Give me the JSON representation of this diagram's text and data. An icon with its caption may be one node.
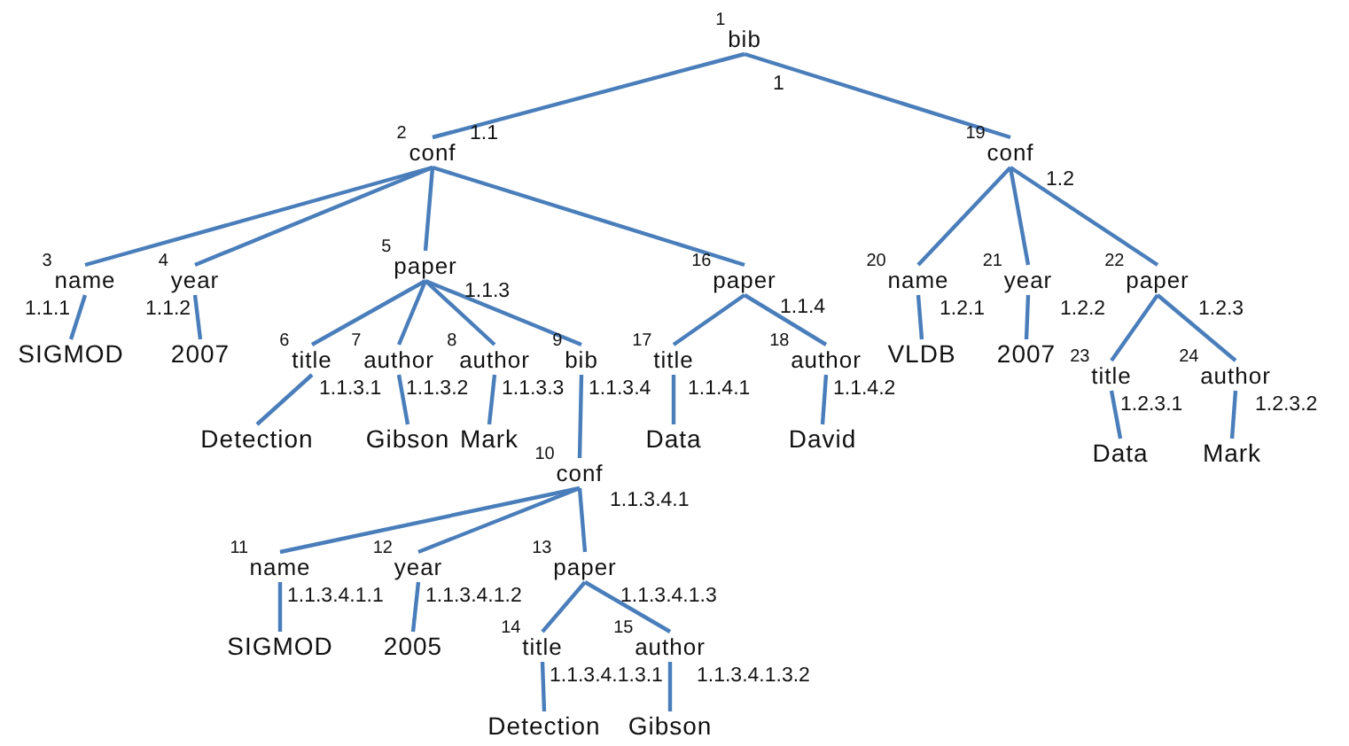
{
  "diagram": {
    "nodes": [
      {
        "text": [
          "bib"
        ],
        "beside": [
          "1",
          "1"
        ]
      },
      {
        "text": [
          "conf"
        ],
        "beside": [
          "2",
          "1.1"
        ]
      },
      {
        "text": [
          "name"
        ],
        "beside": [
          "3",
          "1.1.1"
        ]
      },
      {
        "text": [
          "SIGMOD"
        ]
      },
      {
        "text": [
          "year"
        ],
        "beside": [
          "4",
          "1.1.2"
        ]
      },
      {
        "text": [
          "2007"
        ]
      },
      {
        "text": [
          "paper"
        ],
        "beside": [
          "5",
          "1.1.3"
        ]
      },
      {
        "text": [
          "title"
        ],
        "beside": [
          "6",
          "1.1.3.1"
        ]
      },
      {
        "text": [
          "Detection"
        ]
      },
      {
        "text": [
          "author"
        ],
        "beside": [
          "7",
          "1.1.3.2"
        ]
      },
      {
        "text": [
          "Gibson"
        ]
      },
      {
        "text": [
          "author"
        ],
        "beside": [
          "8",
          "1.1.3.3"
        ]
      },
      {
        "text": [
          "Mark"
        ]
      },
      {
        "text": [
          "bib"
        ],
        "beside": [
          "9",
          "1.1.3.4"
        ]
      },
      {
        "text": [
          "conf"
        ],
        "beside": [
          "10",
          "1.1.3.4.1"
        ]
      },
      {
        "text": [
          "name"
        ],
        "beside": [
          "11",
          "1.1.3.4.1.1"
        ]
      },
      {
        "text": [
          "SIGMOD"
        ]
      },
      {
        "text": [
          "year"
        ],
        "beside": [
          "12",
          "1.1.3.4.1.2"
        ]
      },
      {
        "text": [
          "2005"
        ]
      },
      {
        "text": [
          "paper"
        ],
        "beside": [
          "13",
          "1.1.3.4.1.3"
        ]
      },
      {
        "text": [
          "title"
        ],
        "beside": [
          "14",
          "1.1.3.4.1.3.1"
        ]
      },
      {
        "text": [
          "Detection"
        ]
      },
      {
        "text": [
          "author"
        ],
        "beside": [
          "15",
          "1.1.3.4.1.3.2"
        ]
      },
      {
        "text": [
          "Gibson"
        ]
      },
      {
        "text": [
          "paper"
        ],
        "beside": [
          "16",
          "1.1.4"
        ]
      },
      {
        "text": [
          "title"
        ],
        "beside": [
          "17",
          "1.1.4.1"
        ]
      },
      {
        "text": [
          "Data"
        ]
      },
      {
        "text": [
          "author"
        ],
        "beside": [
          "18",
          "1.1.4.2"
        ]
      },
      {
        "text": [
          "David"
        ]
      },
      {
        "text": [
          "conf"
        ],
        "beside": [
          "19",
          "1.2"
        ]
      },
      {
        "text": [
          "name"
        ],
        "beside": [
          "20",
          "1.2.1"
        ]
      },
      {
        "text": [
          "VLDB"
        ]
      },
      {
        "text": [
          "year"
        ],
        "beside": [
          "21",
          "1.2.2"
        ]
      },
      {
        "text": [
          "2007"
        ]
      },
      {
        "text": [
          "paper"
        ],
        "beside": [
          "22",
          "1.2.3"
        ]
      },
      {
        "text": [
          "title"
        ],
        "beside": [
          "23",
          "1.2.3.1"
        ]
      },
      {
        "text": [
          "Data"
        ]
      },
      {
        "text": [
          "author"
        ],
        "beside": [
          "24",
          "1.2.3.2"
        ]
      },
      {
        "text": [
          "Mark"
        ]
      }
    ],
    "edges": [
      {
        "from": 0,
        "to": 1,
        "arrow": "none"
      },
      {
        "from": 0,
        "to": 29,
        "arrow": "none"
      },
      {
        "from": 1,
        "to": 2,
        "arrow": "none"
      },
      {
        "from": 1,
        "to": 4,
        "arrow": "none"
      },
      {
        "from": 1,
        "to": 6,
        "arrow": "none"
      },
      {
        "from": 1,
        "to": 24,
        "arrow": "none"
      },
      {
        "from": 2,
        "to": 3,
        "arrow": "none"
      },
      {
        "from": 4,
        "to": 5,
        "arrow": "none"
      },
      {
        "from": 6,
        "to": 7,
        "arrow": "none"
      },
      {
        "from": 6,
        "to": 9,
        "arrow": "none"
      },
      {
        "from": 6,
        "to": 11,
        "arrow": "none"
      },
      {
        "from": 6,
        "to": 13,
        "arrow": "none"
      },
      {
        "from": 7,
        "to": 8,
        "arrow": "none"
      },
      {
        "from": 9,
        "to": 10,
        "arrow": "none"
      },
      {
        "from": 11,
        "to": 12,
        "arrow": "none"
      },
      {
        "from": 13,
        "to": 14,
        "arrow": "none"
      },
      {
        "from": 14,
        "to": 15,
        "arrow": "none"
      },
      {
        "from": 14,
        "to": 17,
        "arrow": "none"
      },
      {
        "from": 14,
        "to": 19,
        "arrow": "none"
      },
      {
        "from": 15,
        "to": 16,
        "arrow": "none"
      },
      {
        "from": 17,
        "to": 18,
        "arrow": "none"
      },
      {
        "from": 19,
        "to": 20,
        "arrow": "none"
      },
      {
        "from": 19,
        "to": 22,
        "arrow": "none"
      },
      {
        "from": 20,
        "to": 21,
        "arrow": "none"
      },
      {
        "from": 22,
        "to": 23,
        "arrow": "none"
      },
      {
        "from": 24,
        "to": 25,
        "arrow": "none"
      },
      {
        "from": 24,
        "to": 27,
        "arrow": "none"
      },
      {
        "from": 25,
        "to": 26,
        "arrow": "none"
      },
      {
        "from": 27,
        "to": 28,
        "arrow": "none"
      },
      {
        "from": 29,
        "to": 30,
        "arrow": "none"
      },
      {
        "from": 29,
        "to": 32,
        "arrow": "none"
      },
      {
        "from": 29,
        "to": 34,
        "arrow": "none"
      },
      {
        "from": 30,
        "to": 31,
        "arrow": "none"
      },
      {
        "from": 32,
        "to": 33,
        "arrow": "none"
      },
      {
        "from": 34,
        "to": 35,
        "arrow": "none"
      },
      {
        "from": 34,
        "to": 37,
        "arrow": "none"
      },
      {
        "from": 35,
        "to": 36,
        "arrow": "none"
      },
      {
        "from": 37,
        "to": 38,
        "arrow": "none"
      }
    ]
  }
}
